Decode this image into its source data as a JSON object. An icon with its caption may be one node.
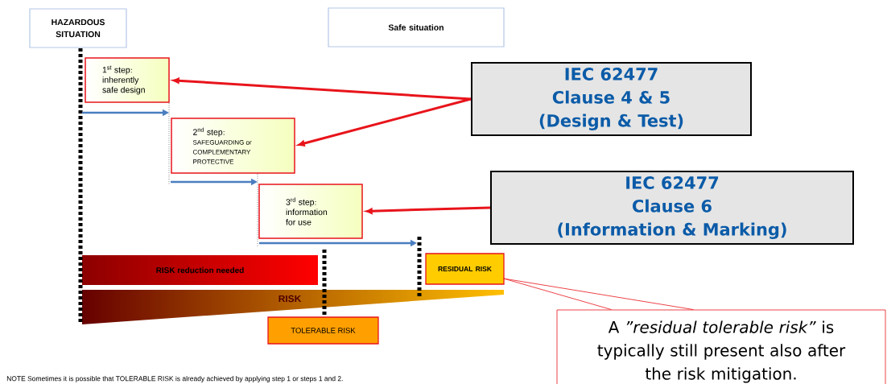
{
  "diagram": {
    "nodes": [
      {
        "text": [
          "HAZARDOUS SITUATION"
        ]
      },
      {
        "text": [
          "Safe situation"
        ]
      },
      {
        "text": [
          "\\mathrm{1^{st}\\ step{:}}",
          "inherently safe design"
        ]
      },
      {
        "text": [
          "\\mathrm{2^{nd}\\ step{:}}",
          "SAFEGUARDING or COMPLEMENTARY PROTECTIVE"
        ]
      },
      {
        "text": [
          "\\mathrm{3^{rd}\\ step{:}}",
          "information for use"
        ]
      },
      {
        "text": [
          "IEC 62477",
          "Clause 4 & 5",
          "(Design & Test)"
        ]
      },
      {
        "text": [
          "IEC 62477",
          "Clause 6",
          "(Information & Marking)"
        ]
      },
      {
        "text": [
          "RISK reduction needed"
        ]
      },
      {
        "text": [
          "RESIDUAL RISK"
        ]
      },
      {
        "text": [
          "RISK"
        ]
      },
      {
        "text": [
          "TOLERABLE RISK"
        ]
      },
      {
        "text": [
          "A *”residual tolerable risk”* is typically still present also after the risk mitigation."
        ]
      }
    ],
    "edges": [
      {
        "from": 5,
        "to": 2,
        "arrow": "to"
      },
      {
        "from": 5,
        "to": 3,
        "arrow": "to"
      },
      {
        "from": 6,
        "to": 4,
        "arrow": "to"
      },
      {
        "from": 8,
        "to": 11,
        "arrow": "none"
      }
    ],
    "labels": [
      "NOTE   Sometimes it is possible that TOLERABLE RISK is already achieved by applying step 1 or steps 1 and 2."
    ]
  }
}
